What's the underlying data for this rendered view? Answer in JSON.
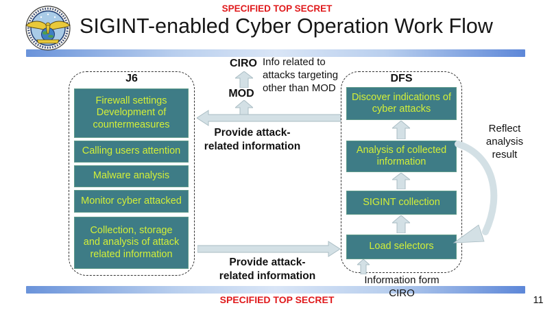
{
  "slide": {
    "classification_top": "SPECIFIED TOP SECRET",
    "classification_bottom": "SPECIFIED TOP SECRET",
    "title": "SIGINT-enabled Cyber Operation Work Flow",
    "page_number": "11"
  },
  "j6": {
    "label": "J6",
    "boxes": [
      [
        "Firewall settings",
        "Development of",
        "countermeasures"
      ],
      "Calling users attention",
      "Malware analysis",
      "Monitor cyber attacked",
      [
        "Collection, storage",
        "and analysis of attack",
        "related information"
      ]
    ]
  },
  "dfs": {
    "label": "DFS",
    "boxes": [
      [
        "Discover indications of",
        "cyber attacks"
      ],
      [
        "Analysis of collected",
        "information"
      ],
      "SIGINT collection",
      "Load selectors"
    ]
  },
  "annotations": {
    "ciro": "CIRO",
    "mod": "MOD",
    "info_note": [
      "Info related to",
      "attacks targeting",
      "other than MOD"
    ],
    "provide_top": [
      "Provide attack-",
      "related information"
    ],
    "provide_bottom": [
      "Provide attack-",
      "related information"
    ],
    "reflect_note": [
      "Reflect",
      "analysis",
      "result"
    ],
    "info_form_note": [
      "Information form",
      "CIRO"
    ]
  },
  "colors": {
    "process_box": "#3E7C86",
    "process_text": "#D3EF38",
    "classification": "#E01A1C",
    "arrow_fill": "#D3E0E5",
    "arrow_stroke": "#A9BCC3",
    "bar_blue": "#5D87D8",
    "bar_light": "#D9E5F6"
  }
}
